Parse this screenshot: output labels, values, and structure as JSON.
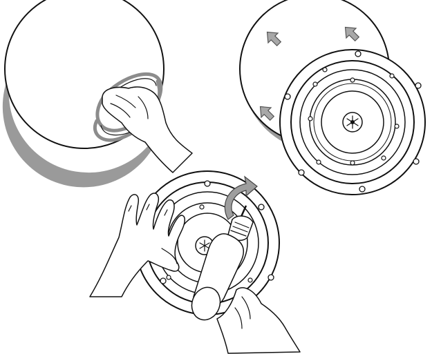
{
  "figure": {
    "panels": [
      {
        "id": "panel-1",
        "icon": "grille-cleaning-illustration"
      },
      {
        "id": "panel-2",
        "icon": "grille-and-speaker-illustration"
      },
      {
        "id": "panel-3",
        "icon": "speaker-screw-install-illustration"
      }
    ],
    "colors": {
      "ink": "#111111",
      "shadow": "#9a9a9a",
      "accent_grey": "#a8a8a8",
      "background": "#ffffff"
    }
  }
}
